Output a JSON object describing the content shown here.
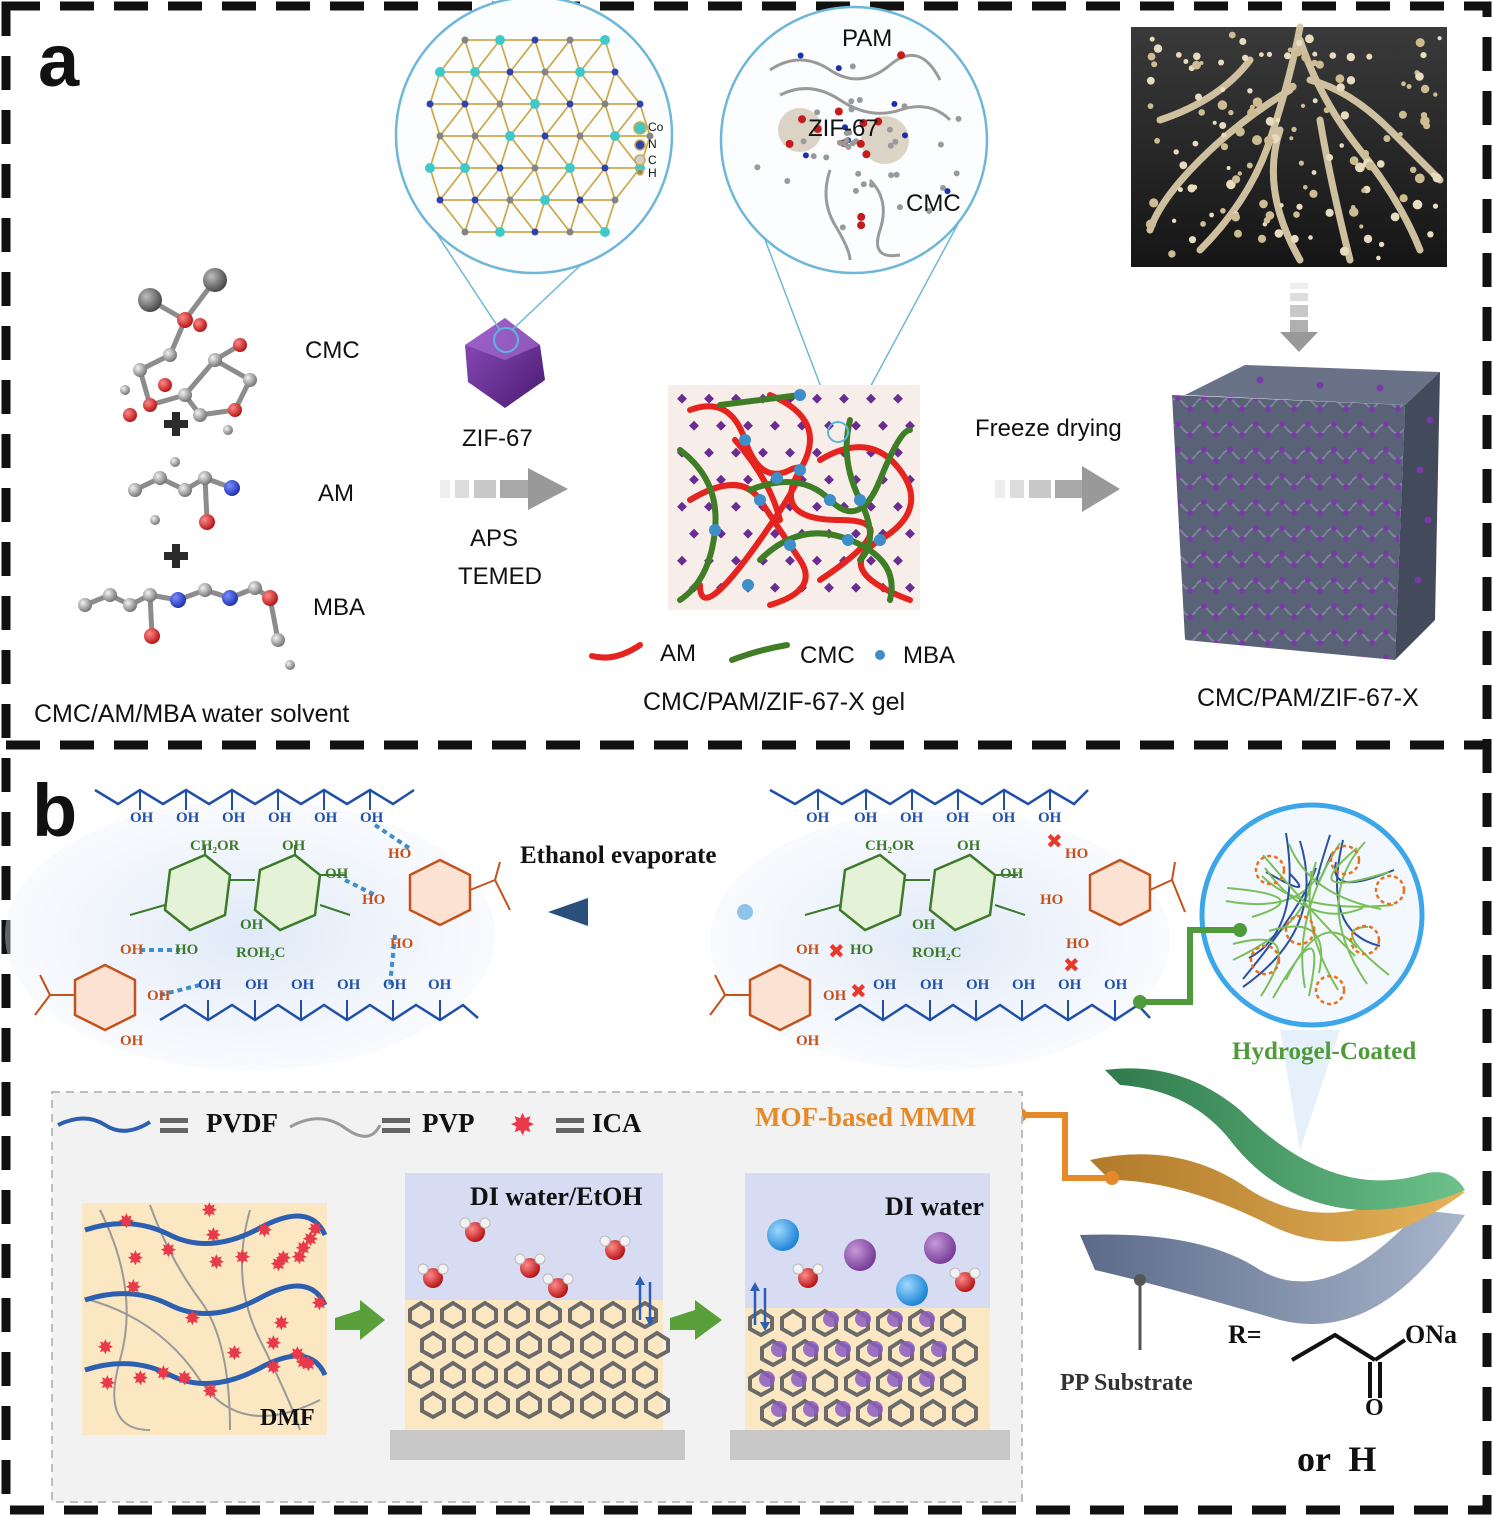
{
  "panel_a": {
    "letter": "a",
    "molecules": {
      "cmc": "CMC",
      "am": "AM",
      "mba": "MBA"
    },
    "solvent_caption": "CMC/AM/MBA water solvent",
    "zif_label": "ZIF-67",
    "legend_elements": {
      "co": "Co",
      "n": "N",
      "c": "C",
      "h": "H"
    },
    "zoom_labels": {
      "pam": "PAM",
      "zif": "ZIF-67",
      "cmc": "CMC"
    },
    "reagents": {
      "aps": "APS",
      "temed": "TEMED"
    },
    "gel_legend": {
      "am": "AM",
      "cmc": "CMC",
      "mba": "MBA"
    },
    "gel_caption": "CMC/PAM/ZIF-67-X gel",
    "freeze_label": "Freeze drying",
    "product_caption": "CMC/PAM/ZIF-67-X"
  },
  "panel_b": {
    "letter": "b",
    "ethanol_label": "Ethanol evaporate",
    "oh": "OH",
    "ho": "HO",
    "ch2or": "CH₂OR",
    "roh2c": "ROH₂C",
    "hydrogel_label": "Hydrogel-Coated",
    "mof_label": "MOF-based MMM",
    "pp_label": "PP Substrate",
    "legend": {
      "pvdf": "PVDF",
      "pvp": "PVP",
      "ica": "ICA"
    },
    "stage_labels": {
      "dmf": "DMF",
      "di_etoh": "DI water/EtOH",
      "di": "DI water"
    },
    "r_def": {
      "r": "R=",
      "ona": "ONa",
      "o": "O",
      "or_h": "or  H"
    }
  },
  "colors": {
    "am_chain": "#e52420",
    "cmc_chain": "#3f7d26",
    "mba_node": "#3d8ec9",
    "zif": "#6a2c91",
    "pvdf": "#2d5fb0",
    "hydrogel_green": "#4f9a3a",
    "mof_orange": "#e48a2a"
  }
}
